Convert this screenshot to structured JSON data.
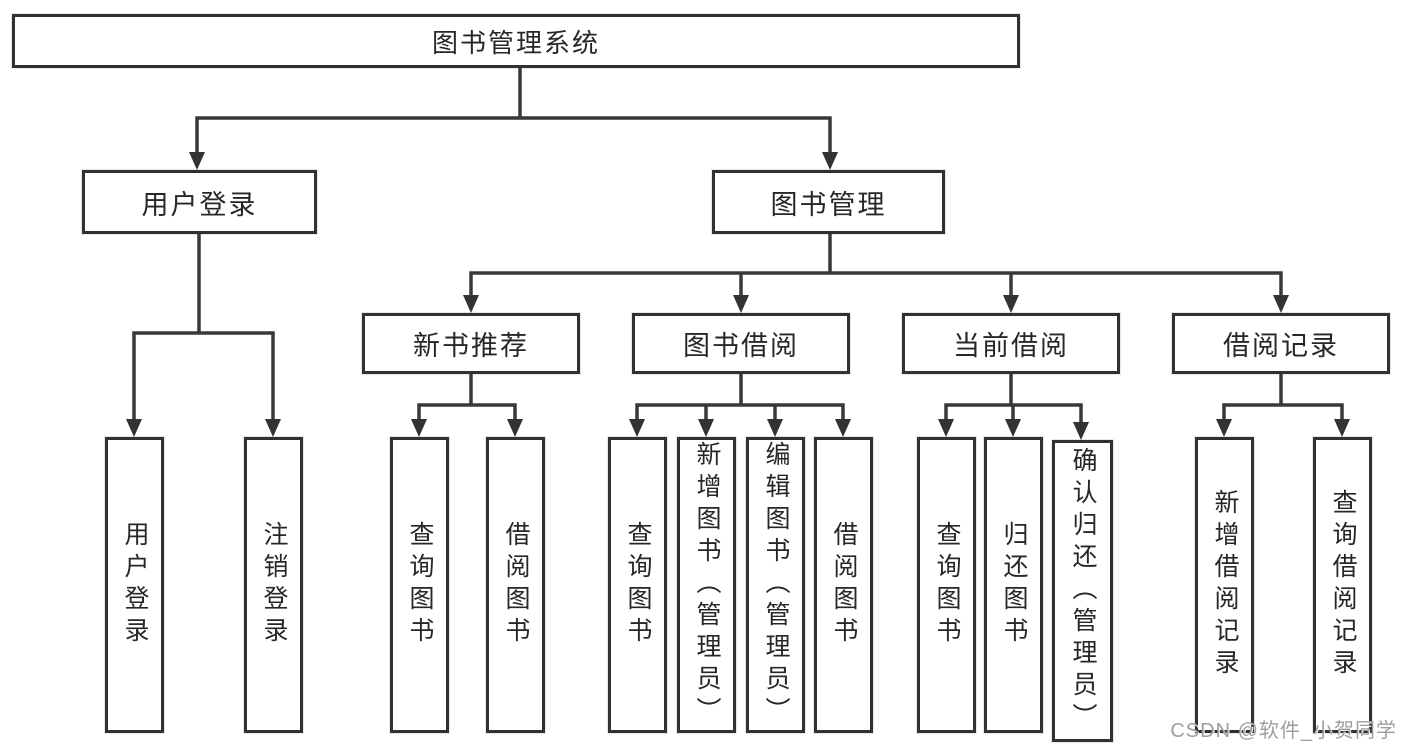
{
  "diagram": {
    "root_label": "图书管理系统",
    "level2": [
      "用户登录",
      "图书管理"
    ],
    "level3": [
      "新书推荐",
      "图书借阅",
      "当前借阅",
      "借阅记录"
    ],
    "leaves_login": [
      "用户登录",
      "注销登录"
    ],
    "leaves_recommend": [
      "查询图书",
      "借阅图书"
    ],
    "leaves_borrow": [
      "查询图书",
      "新增图书（管理员）",
      "编辑图书（管理员）",
      "借阅图书"
    ],
    "leaves_current": [
      "查询图书",
      "归还图书",
      "确认归还（管理员）"
    ],
    "leaves_record": [
      "新增借阅记录",
      "查询借阅记录"
    ]
  },
  "watermark": "CSDN @软件_小贺同学",
  "colors": {
    "line": "#383838",
    "border": "#313131",
    "text": "#272727",
    "watermark": "#9e9e9e",
    "background": "#ffffff"
  }
}
